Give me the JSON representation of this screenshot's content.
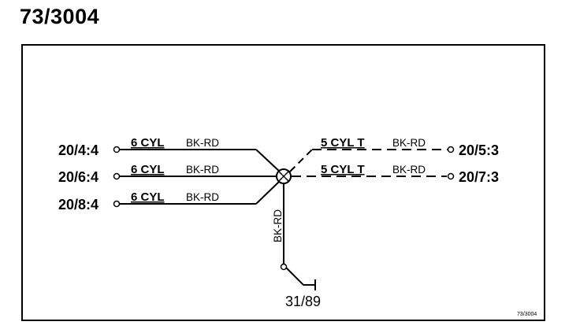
{
  "diagram": {
    "title": "73/3004",
    "drawing_id": "73/3004",
    "left_connectors": [
      {
        "pin": "20/4:4",
        "function": "6 CYL",
        "wire": "BK-RD"
      },
      {
        "pin": "20/6:4",
        "function": "6 CYL",
        "wire": "BK-RD"
      },
      {
        "pin": "20/8:4",
        "function": "6 CYL",
        "wire": "BK-RD"
      }
    ],
    "right_connectors": [
      {
        "pin": "20/5:3",
        "function": "5 CYL T",
        "wire": "BK-RD"
      },
      {
        "pin": "20/7:3",
        "function": "5 CYL T",
        "wire": "BK-RD"
      }
    ],
    "ground": {
      "wire": "BK-RD",
      "label": "31/89"
    }
  }
}
